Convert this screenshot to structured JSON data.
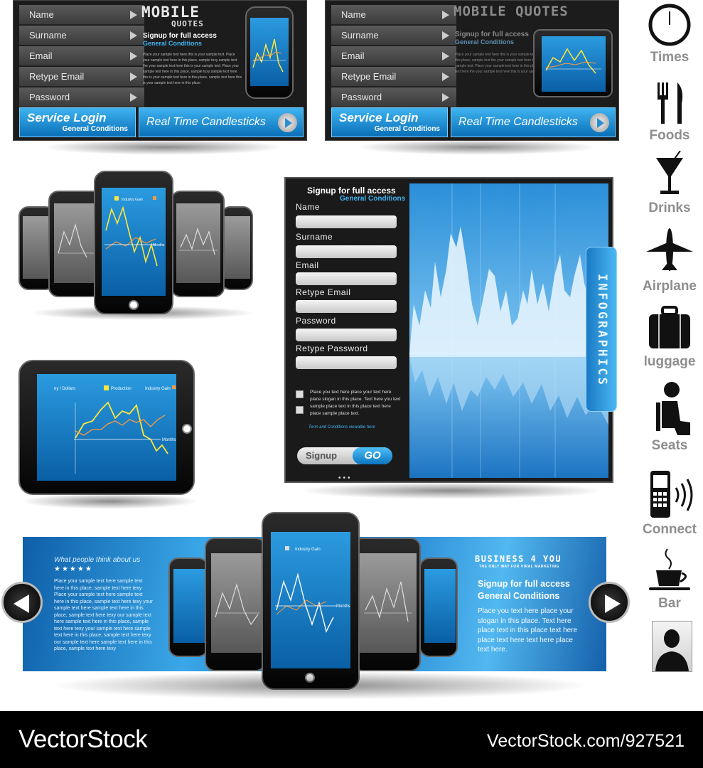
{
  "login_widget_1": {
    "fields": [
      "Name",
      "Surname",
      "Email",
      "Retype Email",
      "Password"
    ],
    "service_login": "Service Login",
    "general_conditions": "General Conditions",
    "candlesticks": "Real Time Candlesticks",
    "title": "MOBILE",
    "subtitle": "QUOTES",
    "signup": "Signup for full access",
    "signup_gc": "General Conditions",
    "sample_text": "Place your sample text here this is your sample text. Place your sample text here in this place, sample toxy sample text the your sample text here this is your sample text. Place your sample text here in this place, sample toxy sample text here this is your sample text here in this place, sample text here this is your sample text here in this place"
  },
  "login_widget_2": {
    "fields": [
      "Name",
      "Surname",
      "Email",
      "Retype Email",
      "Password"
    ],
    "service_login": "Service Login",
    "general_conditions": "General Conditions",
    "candlesticks": "Real Time Candlesticks",
    "title": "MOBILE QUOTES",
    "signup": "Signup for full access",
    "signup_gc": "General Conditions",
    "sample_text": "Place your sample text here this is your sample text here in this place, sample text the your sample text here this is your sample text. Place your sample text here in this place, sample text here the your sample text here this is your sample text"
  },
  "chart_labels": {
    "industry": "Industry Gain",
    "production": "Production",
    "months": "Months",
    "dollars": "ny / Dollars"
  },
  "signup_panel": {
    "title": "Signup for full access",
    "general_conditions": "General Conditions",
    "labels": [
      "Name",
      "Surname",
      "Email",
      "Retype Email",
      "Password",
      "Retype Password"
    ],
    "check_text": "Place you text here place your text here place slogan in this place. Text here you text sample place text in this place text here place sample place text.",
    "terms": "Term and Conditions viewable here",
    "signup_btn": "Signup",
    "go_btn": "GO",
    "tab": "INFOGRAPHICS"
  },
  "banner": {
    "left_title": "What people think about us",
    "stars": "★★★★★",
    "left_text": "Place your sample text here sample text here in this place, sample text here texy Place your sample text here sample text here in this place, sample text here texy your sample text here sample text here in this place, sample text here texy our sample text here sample text here in this place, sample text here texy your sample text here sample text here in this place, sample text here texy our sample text here sample text here in this place, sample text here texy",
    "brand": "BUSINESS 4 YOU",
    "tagline": "THE ONLY WAY FOR VIRAL MARKETING",
    "signup": "Signup for full access",
    "general_conditions": "General Conditions",
    "body": "Place you text here place your slogan in this place. Text here place text in this place text here place text here text here place text here."
  },
  "sidebar_icons": [
    {
      "label": "Times",
      "icon": "clock-icon"
    },
    {
      "label": "Foods",
      "icon": "fork-knife-icon"
    },
    {
      "label": "Drinks",
      "icon": "cocktail-icon"
    },
    {
      "label": "Airplane",
      "icon": "airplane-icon"
    },
    {
      "label": "luggage",
      "icon": "luggage-icon"
    },
    {
      "label": "Seats",
      "icon": "seat-icon"
    },
    {
      "label": "Connect",
      "icon": "mobile-phone-icon"
    },
    {
      "label": "Bar",
      "icon": "coffee-cup-icon"
    },
    {
      "label": "",
      "icon": "user-avatar-icon"
    }
  ],
  "footer": {
    "logo": "VectorStock",
    "id": "VectorStock.com/927521"
  },
  "colors": {
    "accent_blue": "#1e8fdc",
    "dark_panel": "#1c1c1c",
    "icon_gray": "#8e8e8e"
  }
}
